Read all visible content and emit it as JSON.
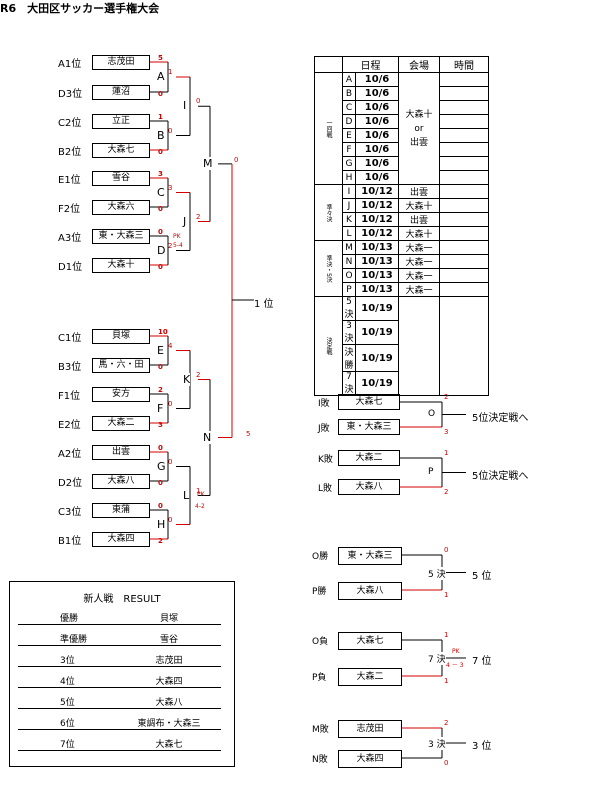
{
  "title": "R6　大田区サッカー選手権大会",
  "bracket": {
    "seeds": [
      "A1位",
      "D3位",
      "C2位",
      "B2位",
      "E1位",
      "F2位",
      "A3位",
      "D1位",
      "C1位",
      "B3位",
      "F1位",
      "E2位",
      "A2位",
      "D2位",
      "C3位",
      "B1位"
    ],
    "teams": [
      "志茂田",
      "蓮沼",
      "立正",
      "大森七",
      "雪谷",
      "大森六",
      "東・大森三",
      "大森十",
      "貝塚",
      "馬・六・田",
      "安方",
      "大森二",
      "出雲",
      "大森八",
      "東蒲",
      "大森四"
    ],
    "scores": [
      "5",
      "0",
      "1",
      "0",
      "3",
      "0",
      "0",
      "0",
      "10",
      "0",
      "2",
      "3",
      "0",
      "0",
      "0",
      "2"
    ],
    "r2_scores": [
      "1",
      "0",
      "3",
      "2",
      "4",
      "0",
      "0",
      "0"
    ],
    "r3_scores": [
      "0",
      "2",
      "2",
      "1"
    ],
    "final_scores": [
      "0",
      "5"
    ],
    "nodes": {
      "A": "A",
      "B": "B",
      "C": "C",
      "D": "D",
      "E": "E",
      "F": "F",
      "G": "G",
      "H": "H",
      "I": "I",
      "J": "J",
      "K": "K",
      "L": "L",
      "M": "M",
      "N": "N"
    },
    "pk_d": "PK",
    "pk_d_score": "5-4",
    "pk_l": "PK",
    "pk_l_score": "4-2",
    "winner_label": "1 位"
  },
  "schedule": {
    "headers": [
      "日程",
      "会場",
      "時間"
    ],
    "round_labels": [
      "一回戦",
      "準々決",
      "準決・5決",
      "決定戦"
    ],
    "rows": [
      {
        "k": "A",
        "d": "10/6"
      },
      {
        "k": "B",
        "d": "10/6"
      },
      {
        "k": "C",
        "d": "10/6"
      },
      {
        "k": "D",
        "d": "10/6"
      },
      {
        "k": "E",
        "d": "10/6"
      },
      {
        "k": "F",
        "d": "10/6"
      },
      {
        "k": "G",
        "d": "10/6"
      },
      {
        "k": "H",
        "d": "10/6"
      },
      {
        "k": "I",
        "d": "10/12",
        "v": "出雲"
      },
      {
        "k": "J",
        "d": "10/12",
        "v": "大森十"
      },
      {
        "k": "K",
        "d": "10/12",
        "v": "出雲"
      },
      {
        "k": "L",
        "d": "10/12",
        "v": "大森十"
      },
      {
        "k": "M",
        "d": "10/13",
        "v": "大森一"
      },
      {
        "k": "N",
        "d": "10/13",
        "v": "大森一"
      },
      {
        "k": "O",
        "d": "10/13",
        "v": "大森一"
      },
      {
        "k": "P",
        "d": "10/13",
        "v": "大森一"
      },
      {
        "k": "5決",
        "d": "10/19"
      },
      {
        "k": "3決",
        "d": "10/19"
      },
      {
        "k": "決勝",
        "d": "10/19"
      },
      {
        "k": "7決",
        "d": "10/19"
      }
    ],
    "venue_round1": [
      "大森十",
      "or",
      "出雲"
    ]
  },
  "matches": {
    "o": {
      "l1": "I敗",
      "t1": "大森七",
      "s1": "2",
      "l2": "J敗",
      "t2": "東・大森三",
      "s2": "3",
      "node": "O",
      "result": "5位決定戦へ"
    },
    "p": {
      "l1": "K敗",
      "t1": "大森二",
      "s1": "1",
      "l2": "L敗",
      "t2": "大森八",
      "s2": "2",
      "node": "P",
      "result": "5位決定戦へ"
    },
    "fifth": {
      "l1": "O勝",
      "t1": "東・大森三",
      "s1": "0",
      "l2": "P勝",
      "t2": "大森八",
      "s2": "1",
      "node": "5 決",
      "result": "5 位"
    },
    "seventh": {
      "l1": "O負",
      "t1": "大森七",
      "s1": "1",
      "l2": "P負",
      "t2": "大森二",
      "s2": "1",
      "node": "7 決",
      "pk": "PK",
      "pk_score": "4 － 3",
      "result": "7 位"
    },
    "third": {
      "l1": "M敗",
      "t1": "志茂田",
      "s1": "2",
      "l2": "N敗",
      "t2": "大森四",
      "s2": "0",
      "node": "3 決",
      "result": "3 位"
    }
  },
  "result": {
    "title": "新人戦　RESULT",
    "rows": [
      {
        "rank": "優勝",
        "team": "貝塚"
      },
      {
        "rank": "準優勝",
        "team": "雪谷"
      },
      {
        "rank": "3位",
        "team": "志茂田"
      },
      {
        "rank": "4位",
        "team": "大森四"
      },
      {
        "rank": "5位",
        "team": "大森八"
      },
      {
        "rank": "6位",
        "team": "東調布・大森三"
      },
      {
        "rank": "7位",
        "team": "大森七"
      }
    ]
  },
  "colors": {
    "win_line": "#d00000",
    "line": "#000000"
  }
}
